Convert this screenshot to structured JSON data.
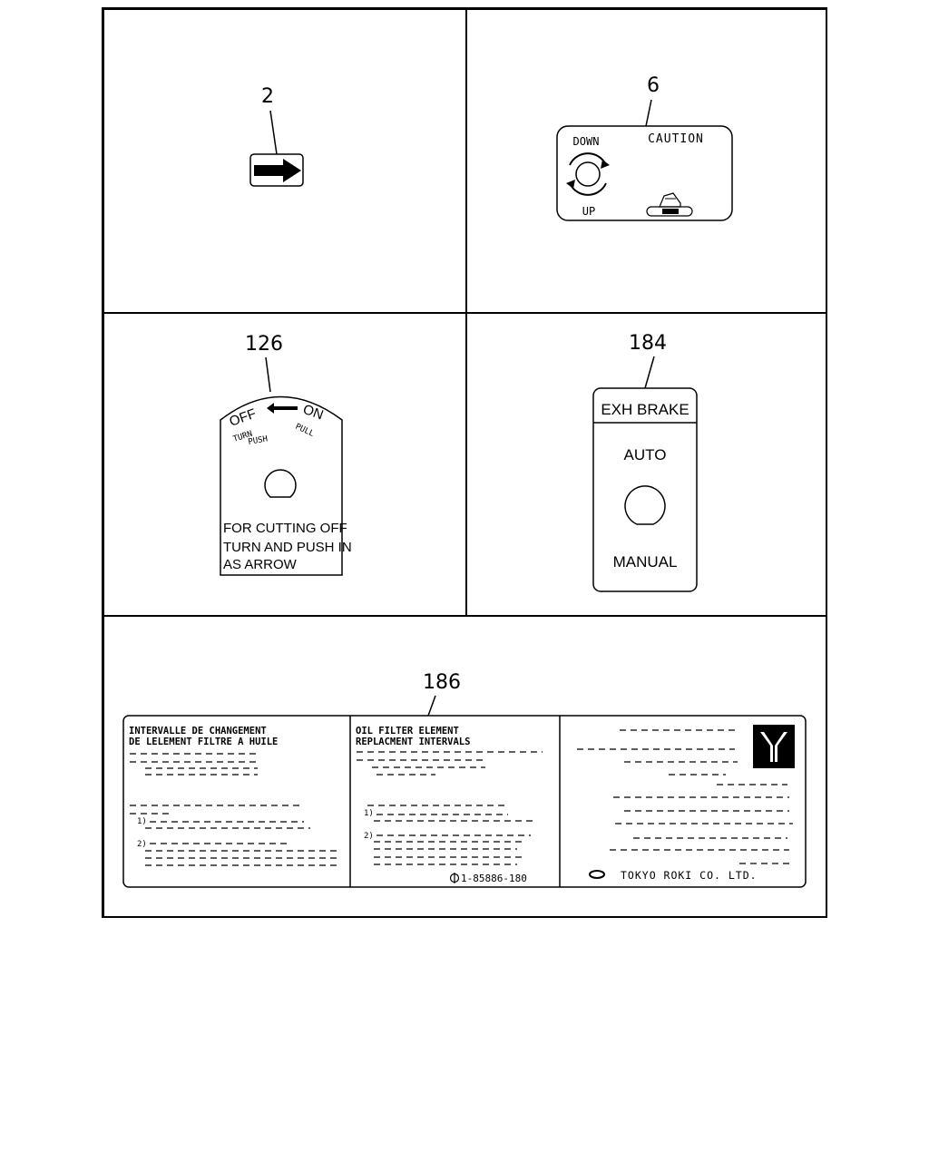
{
  "colors": {
    "ink": "#000000",
    "paper": "#ffffff"
  },
  "parts": {
    "p2": {
      "callout": "2",
      "icon": "right-arrow-icon"
    },
    "p6": {
      "callout": "6",
      "down": "DOWN",
      "caution": "CAUTION",
      "up": "UP",
      "icons": [
        "rotation-dial-icon",
        "cab-tilt-icon"
      ]
    },
    "p126": {
      "callout": "126",
      "off": "OFF",
      "on": "ON",
      "turn": "TURN",
      "push": "PUSH",
      "pull": "PULL",
      "line1": "FOR CUTTING OFF",
      "line2": "TURN AND PUSH IN",
      "line3": "AS ARROW"
    },
    "p184": {
      "callout": "184",
      "title": "EXH BRAKE",
      "auto": "AUTO",
      "manual": "MANUAL"
    },
    "p186": {
      "callout": "186",
      "fr_title1": "INTERVALLE DE CHANGEMENT",
      "fr_title2": "DE LELEMENT FILTRE A HUILE",
      "en_title1": "OIL FILTER ELEMENT",
      "en_title2": "REPLACMENT INTERVALS",
      "item1": "1)",
      "item2": "2)",
      "part_number": "1-85886-180",
      "maker": "TOKYO ROKI CO. LTD."
    }
  }
}
